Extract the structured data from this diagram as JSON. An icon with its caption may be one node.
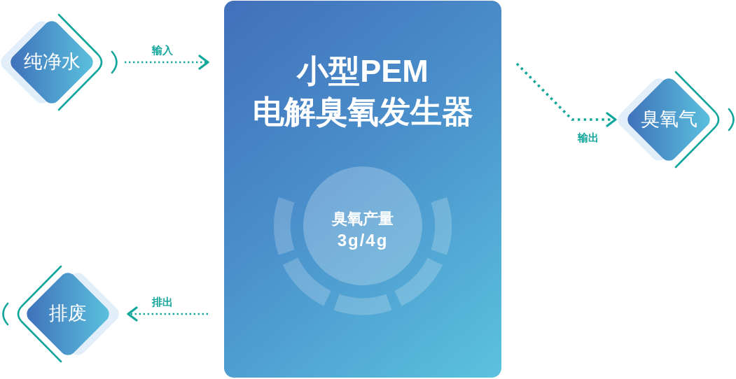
{
  "diagram": {
    "nodes": [
      {
        "text": [
          "纯净水"
        ]
      },
      {
        "text": [
          "小型PEM电解臭氧发生器"
        ]
      },
      {
        "text": [
          "臭氧产量",
          "3g/4g"
        ],
        "in": 1
      },
      {
        "text": [
          "臭氧气"
        ]
      },
      {
        "text": [
          "排废"
        ]
      }
    ],
    "edges": [
      {
        "from": 0,
        "to": 1,
        "arrow": "to",
        "label": "输入"
      },
      {
        "from": 1,
        "to": 3,
        "arrow": "to",
        "label": "输出"
      },
      {
        "from": 1,
        "to": 4,
        "arrow": "to",
        "label": "排出"
      }
    ]
  }
}
